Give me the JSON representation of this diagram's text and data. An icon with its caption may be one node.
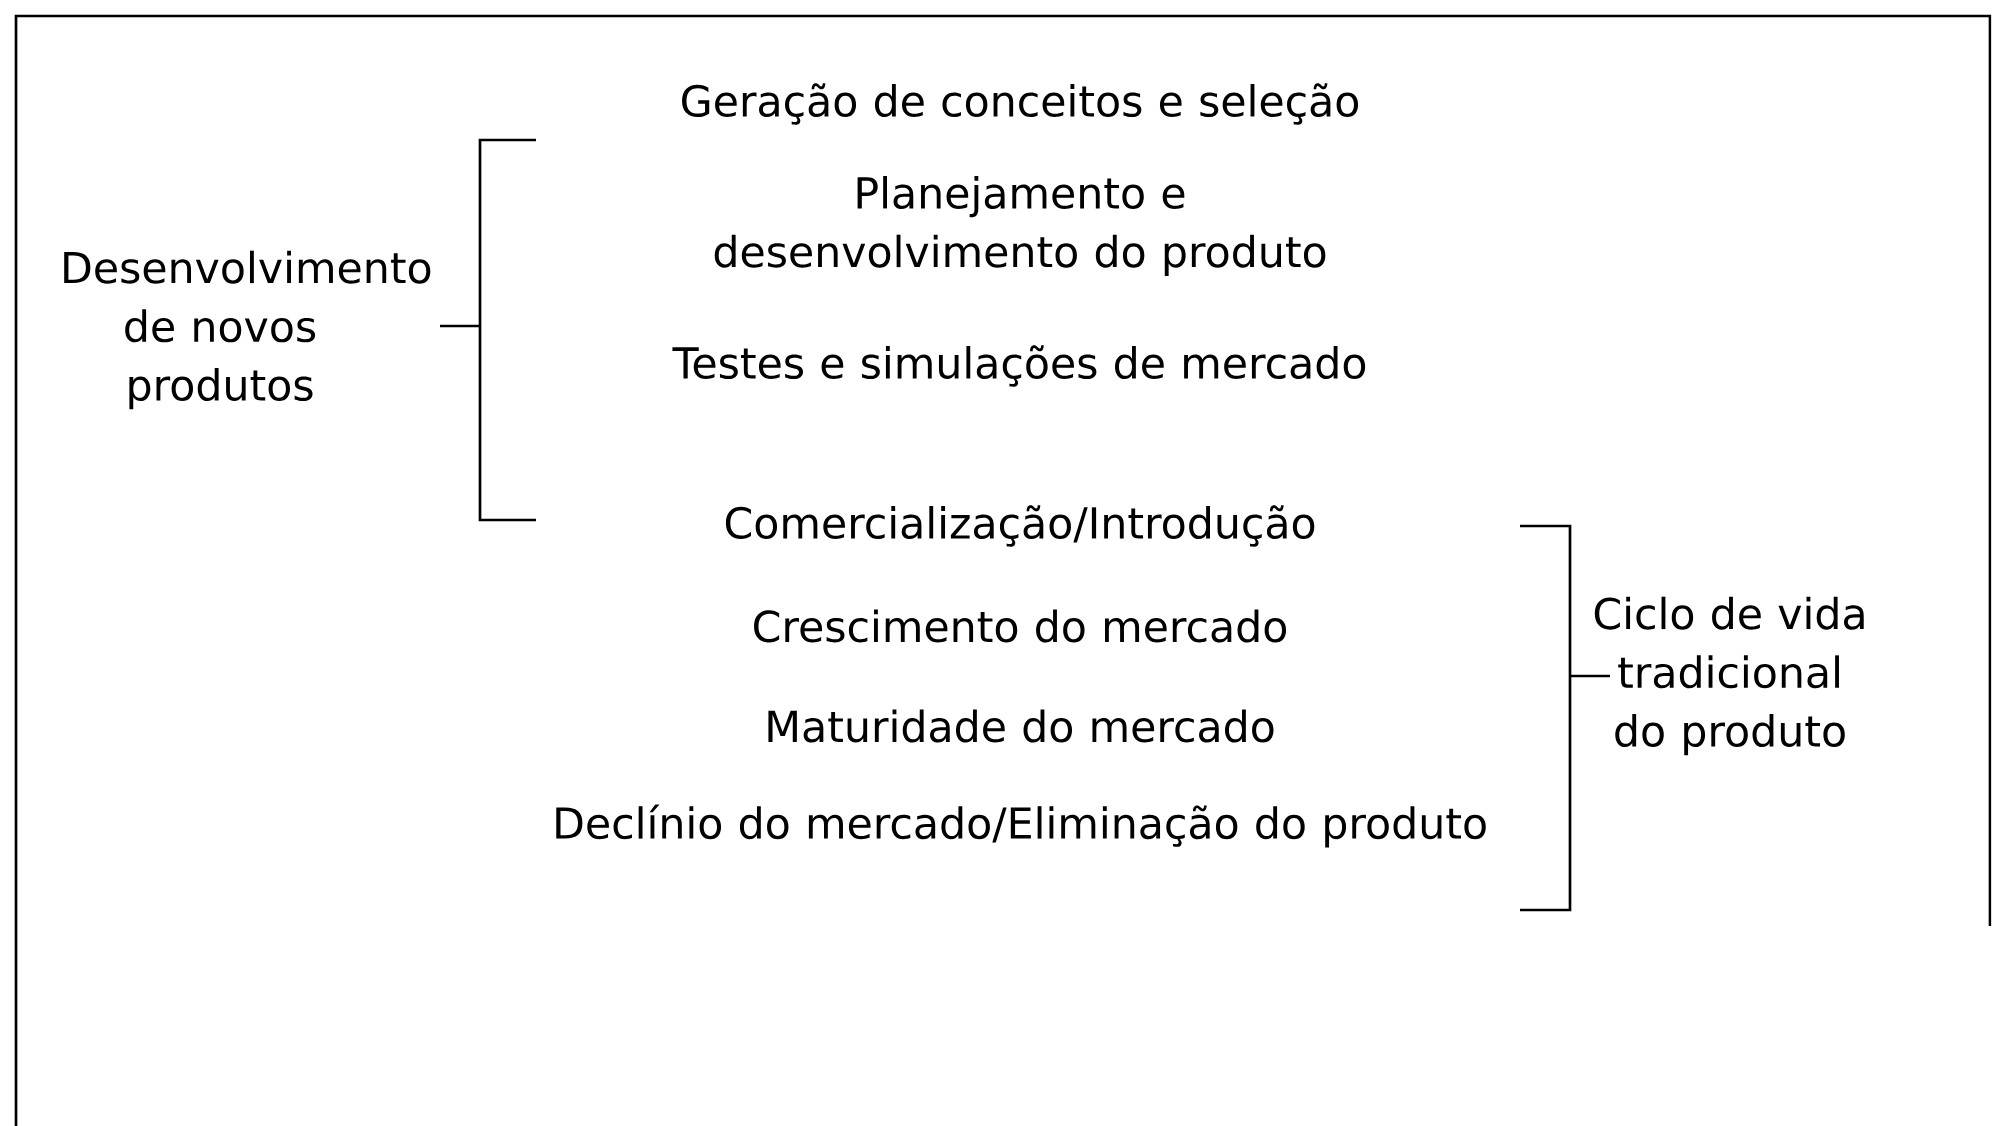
{
  "diagram": {
    "labels": [
      "Geração de conceitos e seleção",
      "Desenvolvimento de novos produtos",
      "Planejamento e desenvolvimento do produto",
      "Testes e simulações de mercado",
      "Comercialização/Introdução",
      "Crescimento do mercado",
      "Ciclo de vida tradicional do produto",
      "Maturidade do mercado",
      "Declínio do mercado/Eliminação do produto"
    ]
  }
}
